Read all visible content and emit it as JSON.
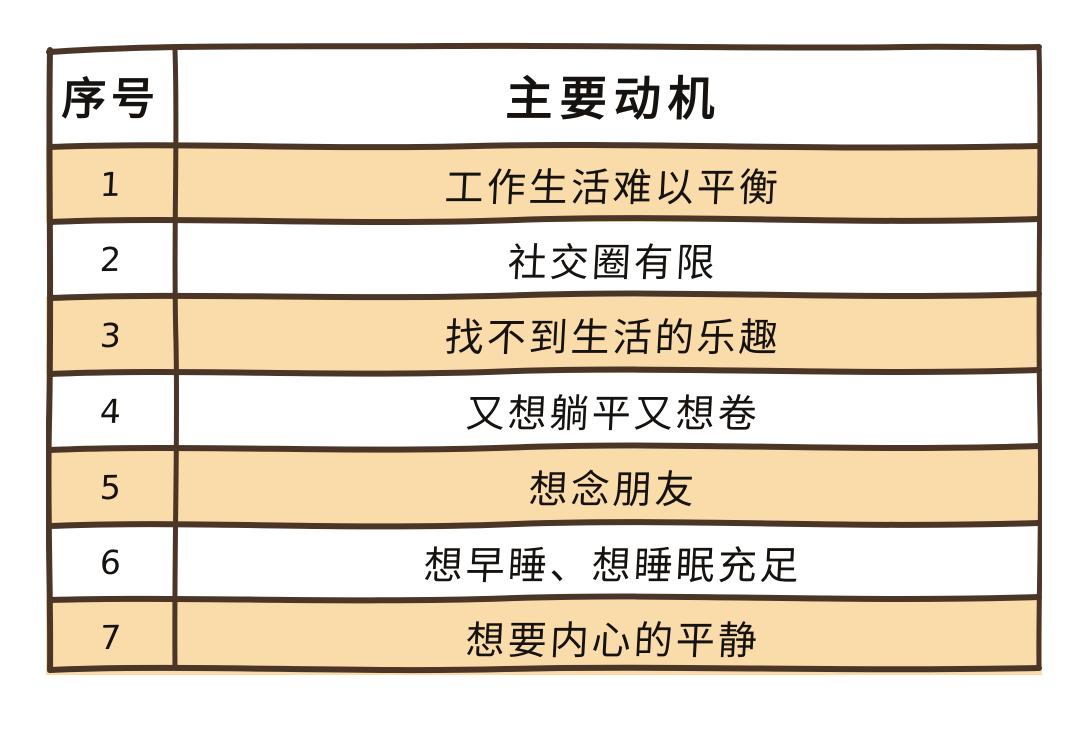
{
  "table": {
    "columns": [
      {
        "key": "index",
        "label": "序号"
      },
      {
        "key": "motive",
        "label": "主要动机"
      }
    ],
    "rows": [
      {
        "index": "1",
        "motive": "工作生活难以平衡",
        "highlight": true
      },
      {
        "index": "2",
        "motive": "社交圈有限",
        "highlight": false
      },
      {
        "index": "3",
        "motive": "找不到生活的乐趣",
        "highlight": true
      },
      {
        "index": "4",
        "motive": "又想躺平又想卷",
        "highlight": false
      },
      {
        "index": "5",
        "motive": "想念朋友",
        "highlight": true
      },
      {
        "index": "6",
        "motive": "想早睡、想睡眠充足",
        "highlight": false
      },
      {
        "index": "7",
        "motive": "想要内心的平静",
        "highlight": true
      }
    ]
  },
  "colors": {
    "page_background": "#ffffff",
    "row_highlight": "#fadcab",
    "row_plain": "#ffffff",
    "rule_ink": "#4a3526",
    "text_ink": "#15120f"
  }
}
